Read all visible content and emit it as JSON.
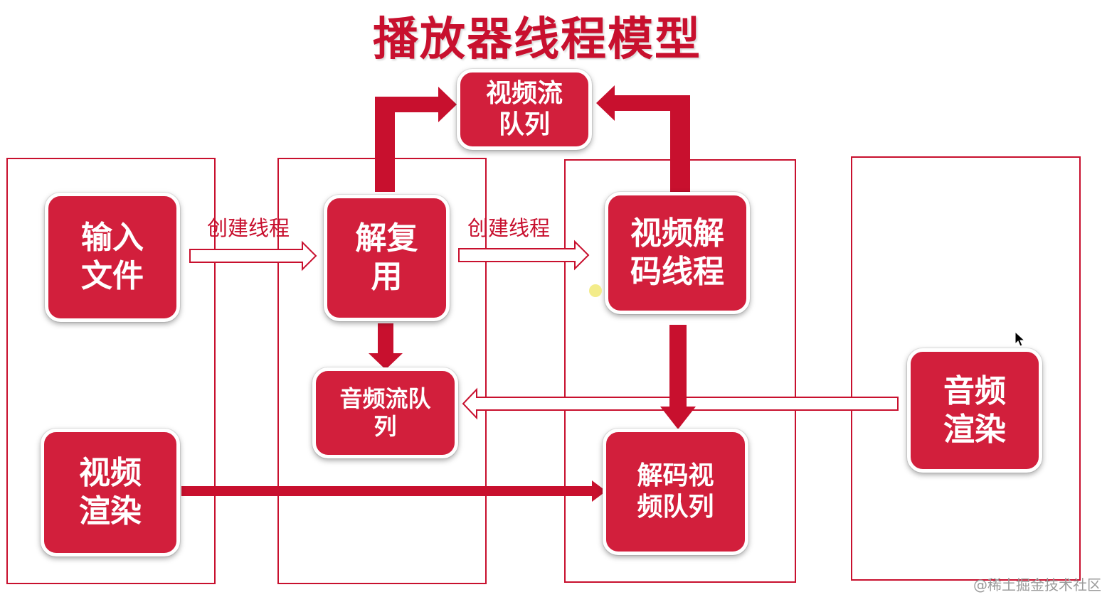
{
  "title": "播放器线程模型",
  "colors": {
    "accent": "#c8102e",
    "node_fill": "#d21f3c",
    "node_text": "#ffffff"
  },
  "nodes": {
    "input_file": "输入\n文件",
    "demux": "解复\n用",
    "video_stream_queue": "视频流\n队列",
    "video_decode_thread": "视频解\n码线程",
    "audio_stream_queue": "音频流队\n列",
    "decoded_video_queue": "解码视\n频队列",
    "video_render": "视频\n渲染",
    "audio_render": "音频\n渲染"
  },
  "edge_labels": {
    "create_thread_1": "创建线程",
    "create_thread_2": "创建线程"
  },
  "watermark": "@稀土掘金技术社区"
}
